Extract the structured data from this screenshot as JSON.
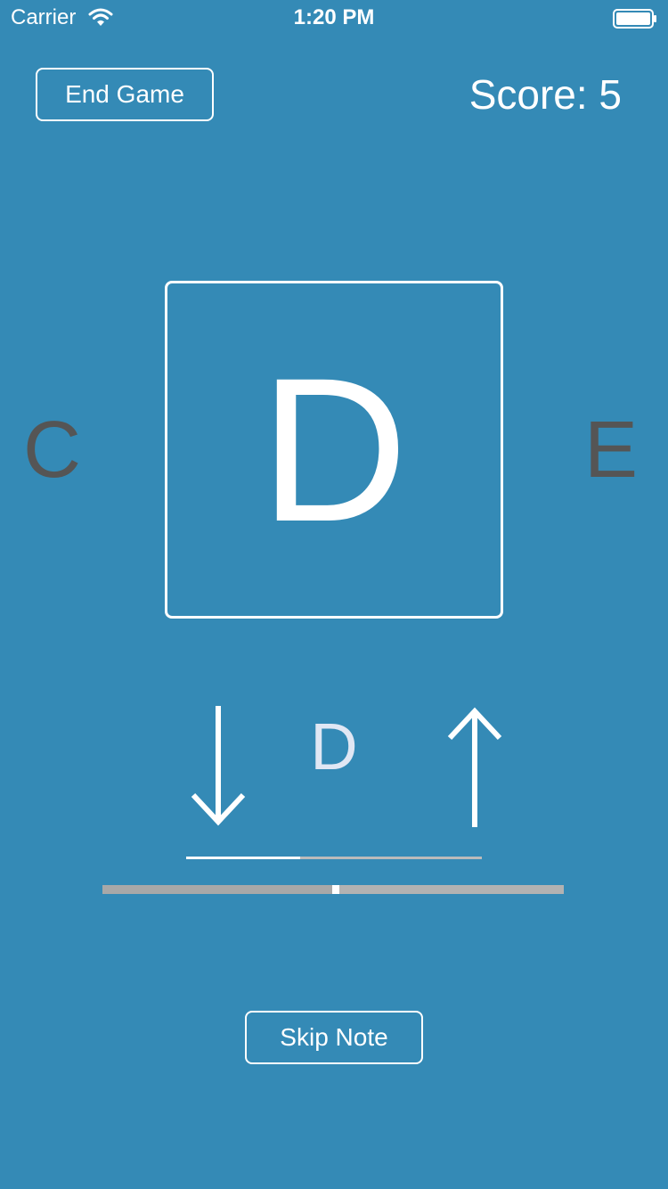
{
  "status_bar": {
    "carrier": "Carrier",
    "time": "1:20 PM",
    "wifi_icon": "wifi-icon",
    "battery_icon": "battery-icon"
  },
  "header": {
    "end_game_label": "End Game",
    "score_text": "Score: 5"
  },
  "notes": {
    "previous": "C",
    "current": "D",
    "next": "E"
  },
  "pitch": {
    "detected_note": "D",
    "down_icon": "down-arrow-icon",
    "up_icon": "up-arrow-icon",
    "hold_progress_fraction": 0.385,
    "tuning_position_fraction": 0.505
  },
  "footer": {
    "skip_note_label": "Skip Note"
  },
  "colors": {
    "background": "#348AB6",
    "foreground": "#FFFFFF",
    "neighbor_note": "#555555",
    "detected_note": "#E0E7F4",
    "track": "#B2B2B2"
  }
}
